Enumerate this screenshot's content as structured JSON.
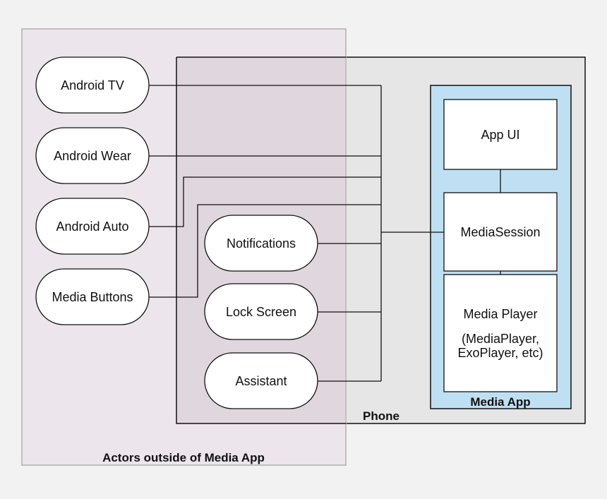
{
  "colors": {
    "background": "#f2f2f2",
    "phone_fill": "#e6e6e6",
    "actors_fill": "#ece6ec",
    "overlap_fill": "#e0d6de",
    "media_app_fill": "#bfe0f3",
    "box_fill": "#ffffff",
    "line": "#111111",
    "actors_border": "#b0b0b0"
  },
  "containers": {
    "actors_label": "Actors outside of Media App",
    "phone_label": "Phone",
    "media_app_label": "Media App"
  },
  "actors": [
    {
      "id": "android-tv",
      "label": "Android TV"
    },
    {
      "id": "android-wear",
      "label": "Android Wear"
    },
    {
      "id": "android-auto",
      "label": "Android Auto"
    },
    {
      "id": "media-buttons",
      "label": "Media Buttons"
    }
  ],
  "phone_actors": [
    {
      "id": "notifications",
      "label": "Notifications"
    },
    {
      "id": "lock-screen",
      "label": "Lock Screen"
    },
    {
      "id": "assistant",
      "label": "Assistant"
    }
  ],
  "media_app": {
    "app_ui": "App UI",
    "media_session": "MediaSession",
    "media_player_title": "Media Player",
    "media_player_sub1": "(MediaPlayer,",
    "media_player_sub2": "ExoPlayer, etc)"
  }
}
